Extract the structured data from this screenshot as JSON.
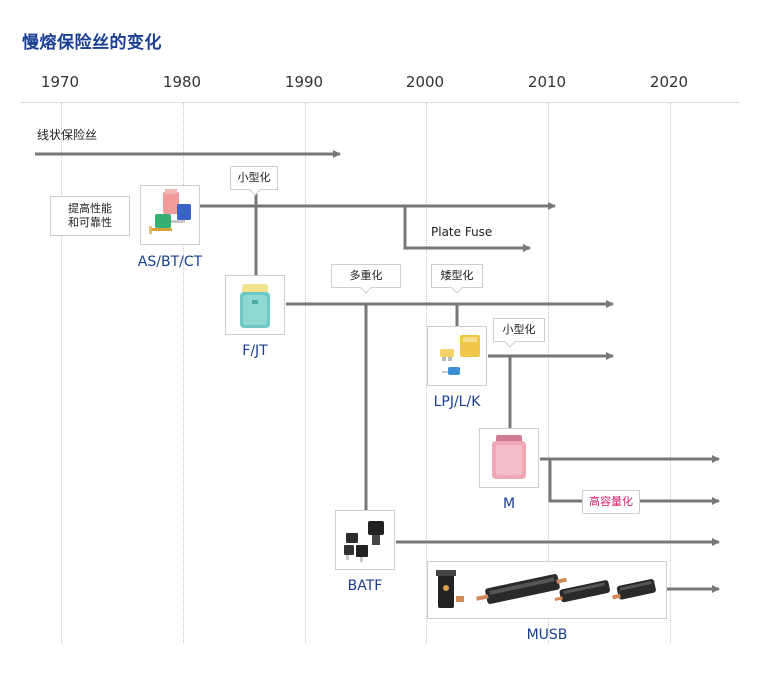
{
  "title": "慢熔保险丝的变化",
  "years": [
    "1970",
    "1980",
    "1990",
    "2000",
    "2010",
    "2020"
  ],
  "labels": {
    "wire_fuse": "线状保险丝",
    "plate_fuse": "Plate Fuse"
  },
  "callouts": {
    "performance": "提高性能\n和可靠性",
    "miniaturize_1": "小型化",
    "multi_weight": "多重化",
    "low_profile": "矮型化",
    "miniaturize_2": "小型化",
    "high_capacity": "高容量化"
  },
  "products": {
    "as_bt_ct": "AS/BT/CT",
    "f_jt": "F/JT",
    "lpj_l_k": "LPJ/L/K",
    "m": "M",
    "batf": "BATF",
    "musb": "MUSB"
  },
  "colors": {
    "title": "#1a3f93",
    "product_name": "#1a3f93",
    "arrow": "#777777",
    "high_capacity_text": "#d6246e"
  }
}
